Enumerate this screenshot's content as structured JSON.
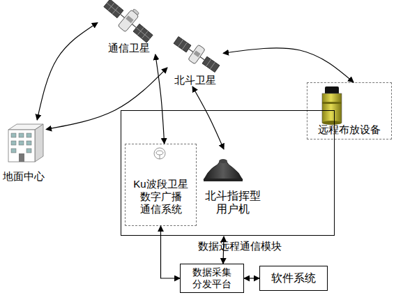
{
  "diagram": {
    "nodes": [
      {
        "text": [
          "通信卫星"
        ]
      },
      {
        "text": [
          "北斗卫星"
        ]
      },
      {
        "text": [
          "远程布放设备"
        ]
      },
      {
        "text": [
          "地面中心"
        ]
      },
      {
        "text": [
          "数据远程通信模块"
        ]
      },
      {
        "text": [
          "Ku波段卫星 数字广播 通信系统"
        ],
        "in": 4
      },
      {
        "text": [
          "北斗指挥型 用户机"
        ],
        "in": 4
      },
      {
        "text": [
          "数据采集 分发平台"
        ]
      },
      {
        "text": [
          "软件系统"
        ]
      }
    ],
    "edges": [
      {
        "from": 0,
        "to": 3,
        "arrow": "both"
      },
      {
        "from": 1,
        "to": 3,
        "arrow": "both"
      },
      {
        "from": 1,
        "to": 2,
        "arrow": "both"
      },
      {
        "from": 0,
        "to": 5,
        "arrow": "both"
      },
      {
        "from": 1,
        "to": 6,
        "arrow": "both"
      },
      {
        "from": 5,
        "to": 7,
        "arrow": "both"
      },
      {
        "from": 6,
        "to": 7,
        "arrow": "both"
      },
      {
        "from": 7,
        "to": 8,
        "arrow": "both"
      }
    ]
  }
}
